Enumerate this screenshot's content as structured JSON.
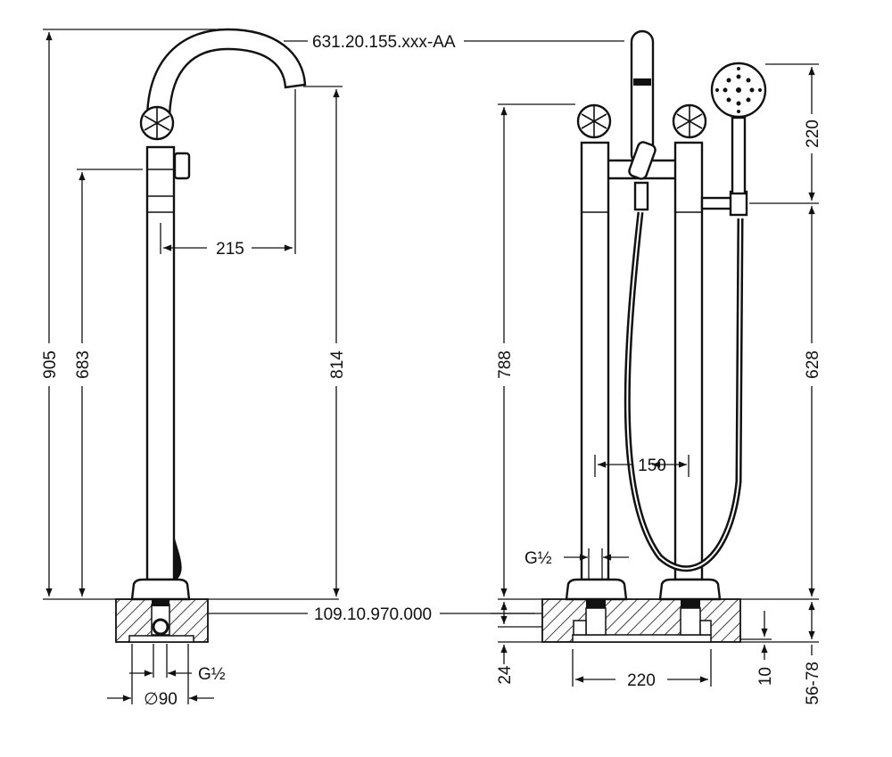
{
  "drawing": {
    "part_numbers": {
      "faucet": "631.20.155.xxx-AA",
      "rough_in": "109.10.970.000"
    },
    "left_view": {
      "dims": {
        "total_height": "905",
        "handle_height": "683",
        "spout_height": "814",
        "spout_reach": "215",
        "thread": "G½",
        "base_diameter": "∅90"
      }
    },
    "right_view": {
      "dims": {
        "column_height": "788",
        "column_spacing": "150",
        "thread": "G½",
        "base_spacing": "220",
        "slab_depth": "24",
        "shower_top": "220",
        "holder_height": "628",
        "rough_in_depth": "56-78",
        "offset": "10"
      }
    },
    "colors": {
      "ink": "#111111",
      "background": "#ffffff"
    }
  }
}
